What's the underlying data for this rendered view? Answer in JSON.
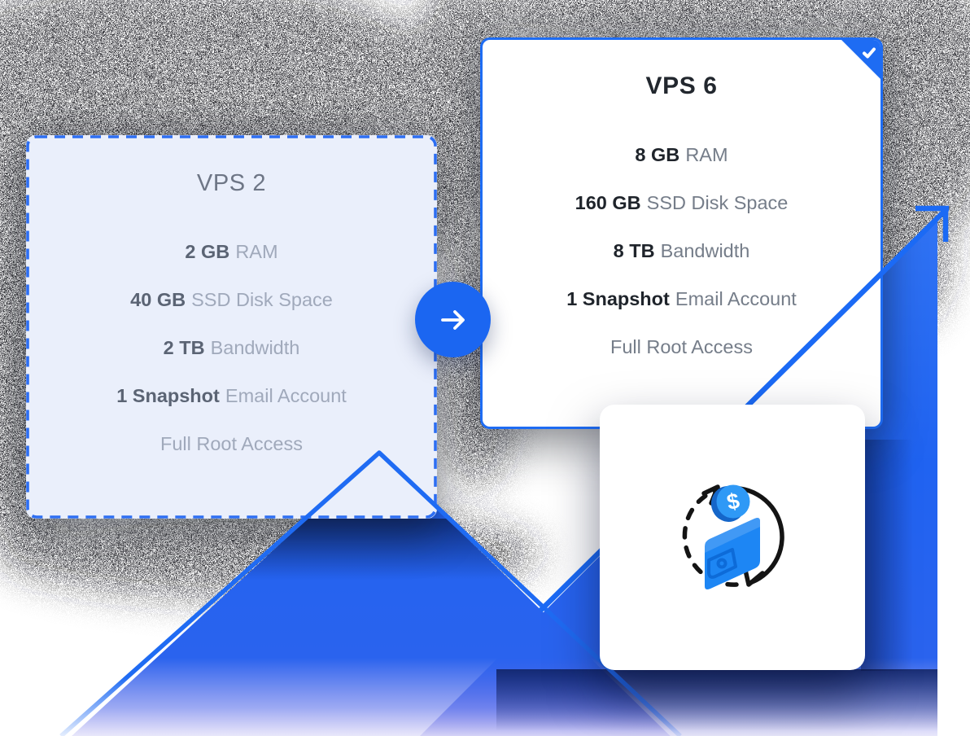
{
  "plans": [
    {
      "title": "VPS 2",
      "selected": false,
      "features": [
        {
          "strong": "2 GB",
          "rest": "RAM"
        },
        {
          "strong": "40 GB",
          "rest": "SSD Disk Space"
        },
        {
          "strong": "2 TB",
          "rest": "Bandwidth"
        },
        {
          "strong": "1 Snapshot",
          "rest": "Email Account"
        },
        {
          "strong": "",
          "rest": "Full Root Access"
        }
      ]
    },
    {
      "title": "VPS 6",
      "selected": true,
      "badge_icon": "checkmark-icon",
      "features": [
        {
          "strong": "8 GB",
          "rest": "RAM"
        },
        {
          "strong": "160 GB",
          "rest": "SSD Disk Space"
        },
        {
          "strong": "8 TB",
          "rest": "Bandwidth"
        },
        {
          "strong": "1 Snapshot",
          "rest": "Email Account"
        },
        {
          "strong": "",
          "rest": "Full Root Access"
        }
      ]
    }
  ],
  "upgrade_arrow": {
    "icon": "arrow-right-icon"
  },
  "wallet_icon": {
    "name": "money-back-wallet-icon",
    "dollar_glyph": "$"
  },
  "decor": {
    "trend_arrow": "up-right-trend-arrow",
    "mountains": "blue-gradient-triangles"
  },
  "colors": {
    "accent_blue": "#1e6cf3",
    "mountain_blue": "#2166f1",
    "current_card_bg": "#eaeffb",
    "upgraded_card_border": "#1e6cf3",
    "muted_text": "#a0a9bb",
    "strong_text": "#1f242b"
  }
}
